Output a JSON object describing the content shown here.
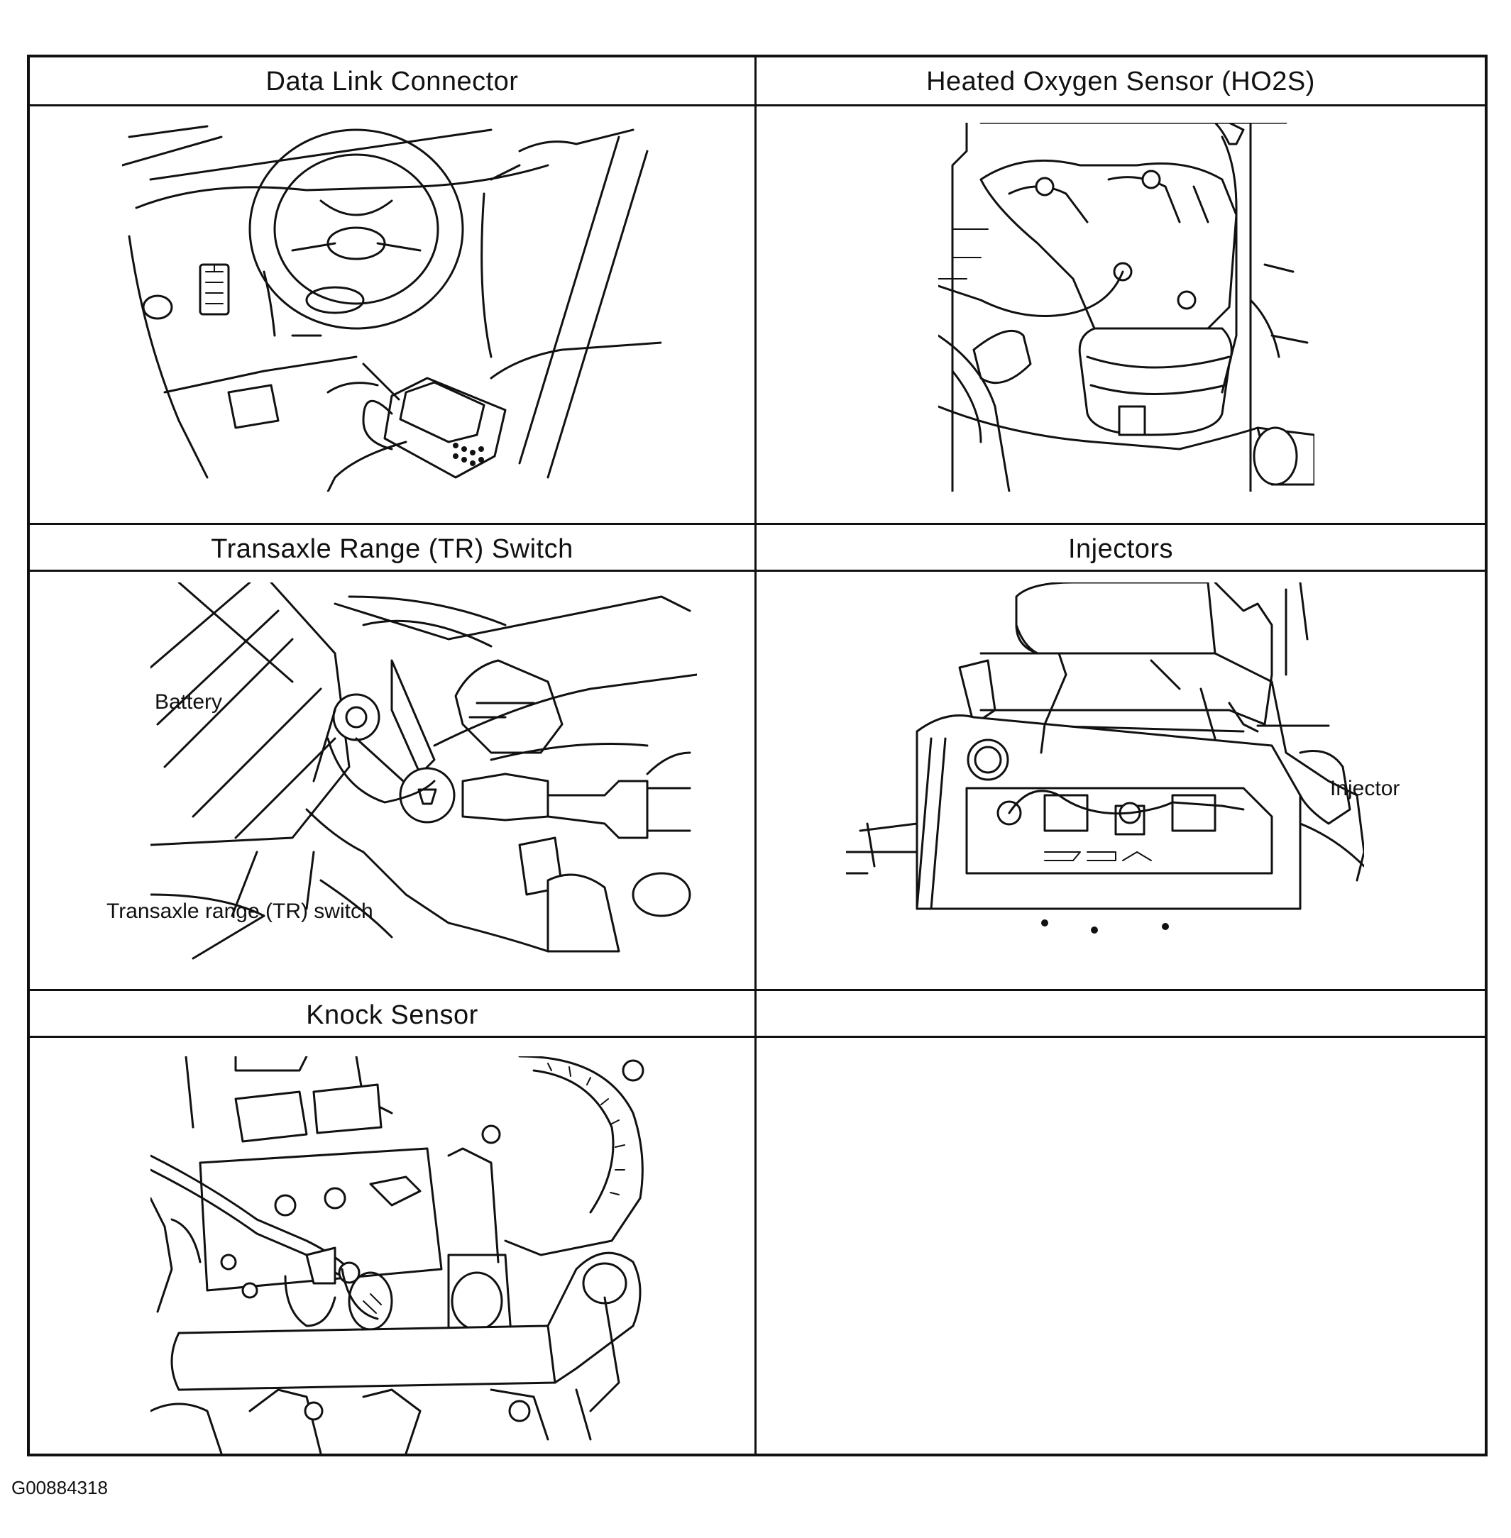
{
  "panels": [
    {
      "title": "Data Link Connector",
      "icon": "scan-tool-at-dash-illustration"
    },
    {
      "title": "Heated Oxygen Sensor (HO2S)",
      "icon": "exhaust-manifold-sensor-illustration"
    },
    {
      "title": "Transaxle Range (TR) Switch",
      "icon": "tr-switch-illustration",
      "callouts": [
        "Battery",
        "Transaxle range (TR) switch"
      ]
    },
    {
      "title": "Injectors",
      "icon": "engine-injectors-illustration",
      "callouts": [
        "Injector"
      ]
    },
    {
      "title": "Knock Sensor",
      "icon": "engine-block-knock-sensor-illustration"
    },
    {
      "title": ""
    }
  ],
  "figure_id": "G00884318"
}
